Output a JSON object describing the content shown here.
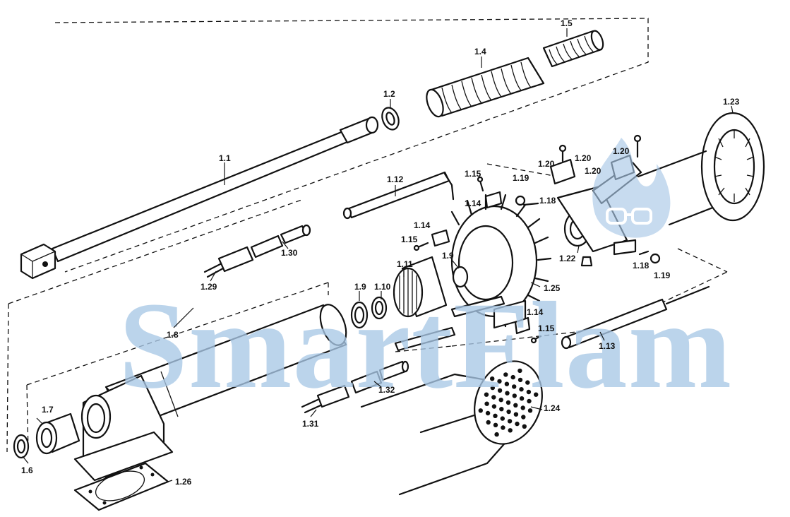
{
  "watermark": {
    "text": "SmartFlam",
    "color": "#a9c8e6"
  },
  "labels": {
    "p1_1": "1.1",
    "p1_2": "1.2",
    "p1_4": "1.4",
    "p1_5": "1.5",
    "p1_6": "1.6",
    "p1_7": "1.7",
    "p1_8": "1.8",
    "p1_9a": "1.9",
    "p1_9b": "1.9",
    "p1_10": "1.10",
    "p1_11": "1.11",
    "p1_12": "1.12",
    "p1_13": "1.13",
    "p1_14a": "1.14",
    "p1_14b": "1.14",
    "p1_14c": "1.14",
    "p1_15a": "1.15",
    "p1_15b": "1.15",
    "p1_15c": "1.15",
    "p1_18a": "1.18",
    "p1_18b": "1.18",
    "p1_19a": "1.19",
    "p1_19b": "1.19",
    "p1_20a": "1.20",
    "p1_20b": "1.20",
    "p1_20c": "1.20",
    "p1_20d": "1.20",
    "p1_22": "1.22",
    "p1_23": "1.23",
    "p1_24": "1.24",
    "p1_25": "1.25",
    "p1_26": "1.26",
    "p1_29": "1.29",
    "p1_30": "1.30",
    "p1_31": "1.31",
    "p1_32": "1.32"
  }
}
